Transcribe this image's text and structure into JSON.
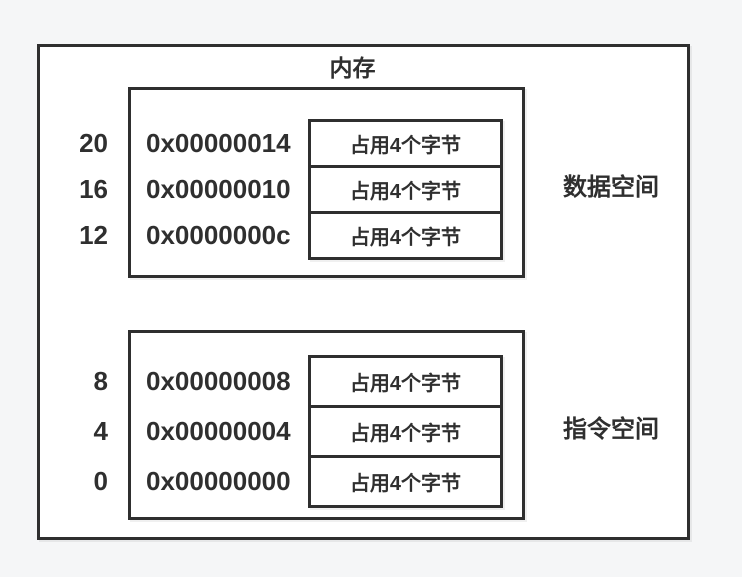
{
  "diagram": {
    "title": "内存",
    "colors": {
      "border": "#2f2f2f",
      "text": "#2f2f2f",
      "page_background": "#f5f6f7",
      "panel_background": "#ffffff"
    },
    "sections": [
      {
        "label": "数据空间",
        "rows": [
          {
            "offset": "20",
            "address": "0x00000014",
            "cell": "占用4个字节"
          },
          {
            "offset": "16",
            "address": "0x00000010",
            "cell": "占用4个字节"
          },
          {
            "offset": "12",
            "address": "0x0000000c",
            "cell": "占用4个字节"
          }
        ]
      },
      {
        "label": "指令空间",
        "rows": [
          {
            "offset": "8",
            "address": "0x00000008",
            "cell": "占用4个字节"
          },
          {
            "offset": "4",
            "address": "0x00000004",
            "cell": "占用4个字节"
          },
          {
            "offset": "0",
            "address": "0x00000000",
            "cell": "占用4个字节"
          }
        ]
      }
    ]
  }
}
